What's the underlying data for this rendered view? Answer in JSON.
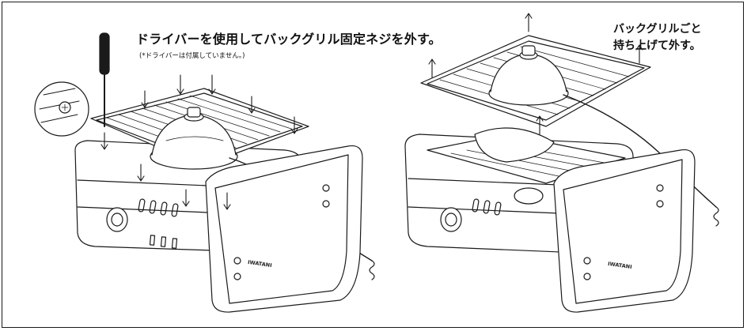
{
  "left_step": {
    "instruction": "ドライバーを使用してバックグリル固定ネジを外す。",
    "note": "(*ドライバーは付属していません。)",
    "brand_mark": "IWATANI"
  },
  "right_step": {
    "instruction_line_1": "バックグリルごと",
    "instruction_line_2": "持ち上げて外す。",
    "brand_mark": "IWATANI"
  },
  "colors": {
    "line": "#1a1a1a",
    "fill": "#ffffff"
  }
}
